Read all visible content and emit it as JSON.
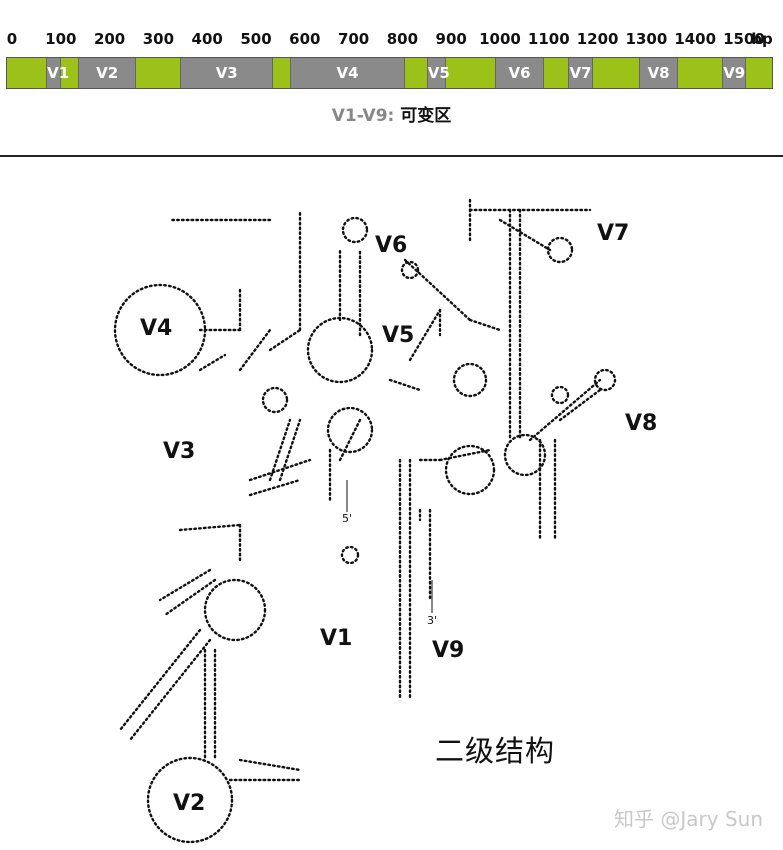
{
  "scale": {
    "ticks": [
      "0",
      "100",
      "200",
      "300",
      "400",
      "500",
      "600",
      "700",
      "800",
      "900",
      "1000",
      "1100",
      "1200",
      "1300",
      "1400",
      "1500",
      "bp"
    ],
    "unit": "bp"
  },
  "regions": [
    {
      "label": "V1",
      "start": 70,
      "end": 100
    },
    {
      "label": "V2",
      "start": 135,
      "end": 255
    },
    {
      "label": "V3",
      "start": 345,
      "end": 535
    },
    {
      "label": "V4",
      "start": 570,
      "end": 805
    },
    {
      "label": "V5",
      "start": 850,
      "end": 890
    },
    {
      "label": "V6",
      "start": 990,
      "end": 1090
    },
    {
      "label": "V7",
      "start": 1140,
      "end": 1190
    },
    {
      "label": "V8",
      "start": 1285,
      "end": 1365
    },
    {
      "label": "V9",
      "start": 1455,
      "end": 1505
    }
  ],
  "legend": {
    "label": "V1-V9:",
    "text": "可变区"
  },
  "structure": {
    "labels": [
      "V1",
      "V2",
      "V3",
      "V4",
      "V5",
      "V6",
      "V7",
      "V8",
      "V9"
    ],
    "five_prime": "5'",
    "three_prime": "3'"
  },
  "caption": "二级结构",
  "watermark": "知乎 @Jary Sun",
  "colors": {
    "conserved": "#9cc21a",
    "variable": "#8a8a8a"
  }
}
